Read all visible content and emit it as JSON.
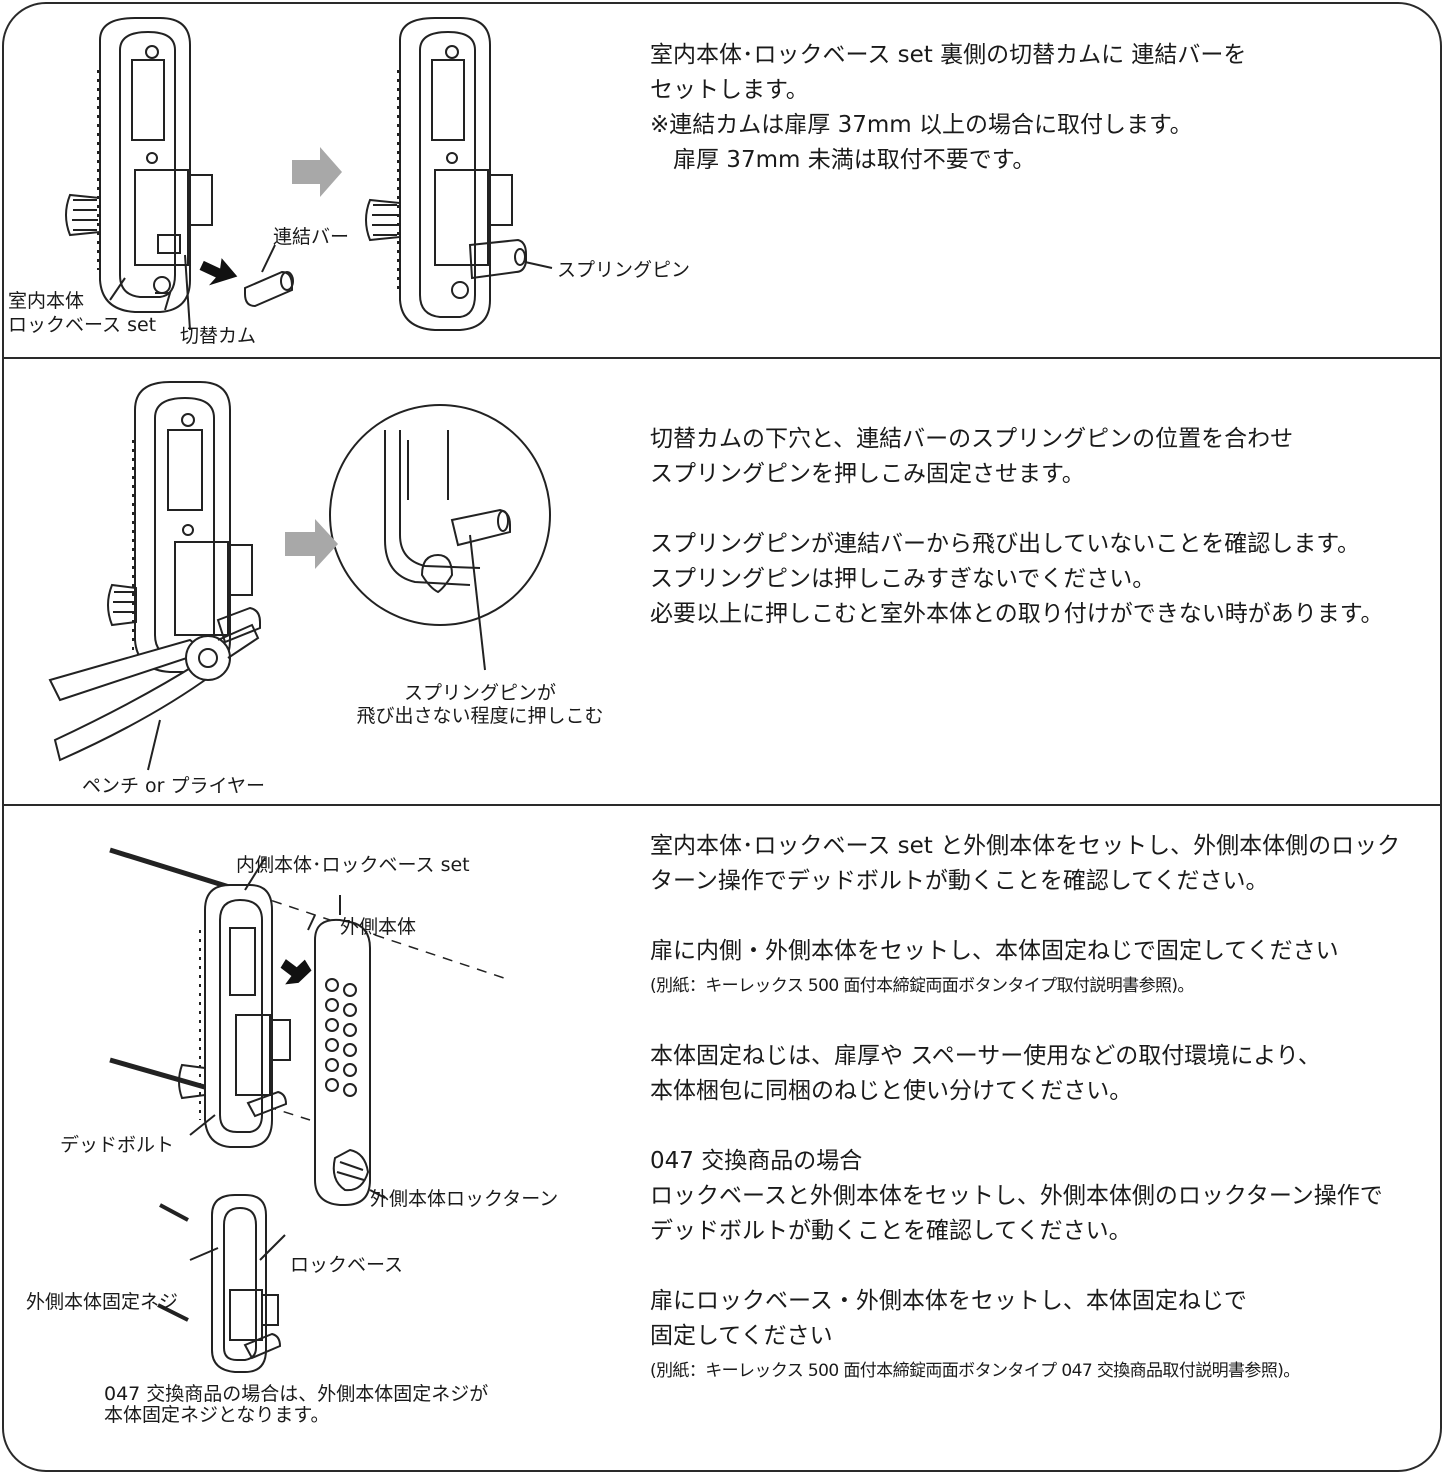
{
  "step1": {
    "text": {
      "l1": "室内本体･ロックベース set 裏側の切替カムに 連結バーを",
      "l2": "セットします。",
      "l3": "※連結カムは扉厚 37mm 以上の場合に取付します。",
      "l4": "　扉厚 37mm 未満は取付不要です。"
    },
    "labels": {
      "bar": "連結バー",
      "body_1": "室内本体",
      "body_2": "ロックベース set",
      "cam": "切替カム",
      "pin": "スプリングピン"
    }
  },
  "step2": {
    "text": {
      "l1": "切替カムの下穴と、連結バーのスプリングピンの位置を合わせ",
      "l2": "スプリングピンを押しこみ固定させます。",
      "l3": "スプリングピンが連結バーから飛び出していないことを確認します。",
      "l4": "スプリングピンは押しこみすぎないでください。",
      "l5": "必要以上に押しこむと室外本体との取り付けができない時があります。"
    },
    "labels": {
      "detail_1": "スプリングピンが",
      "detail_2": "飛び出さない程度に押しこむ",
      "tool": "ペンチ or プライヤー"
    }
  },
  "step3": {
    "text": {
      "l1": "室内本体･ロックベース set と外側本体をセットし、外側本体側のロック",
      "l2": "ターン操作でデッドボルトが動くことを確認してください。",
      "l3": "扉に内側・外側本体をセットし、本体固定ねじで固定してください",
      "l4": "(別紙：キーレックス 500 面付本締錠両面ボタンタイプ取付説明書参照)。",
      "l5": "本体固定ねじは、扉厚や スペーサー使用などの取付環境により、",
      "l6": "本体梱包に同梱のねじと使い分けてください。",
      "l7": "047 交換商品の場合",
      "l8": "ロックベースと外側本体をセットし、外側本体側のロックターン操作で",
      "l9": "デッドボルトが動くことを確認してください。",
      "l10": "扉にロックベース・外側本体をセットし、本体固定ねじで",
      "l11": "固定してください",
      "l12": "(別紙：キーレックス 500 面付本締錠両面ボタンタイプ 047 交換商品取付説明書参照)。"
    },
    "labels": {
      "inner_set": "内側本体･ロックベース set",
      "outer": "外側本体",
      "deadbolt": "デッドボルト",
      "outer_turn": "外側本体ロックターン",
      "lockbase": "ロックベース",
      "outer_screw": "外側本体固定ネジ",
      "note_1": "047 交換商品の場合は、外側本体固定ネジが",
      "note_2": "本体固定ネジとなります。"
    }
  }
}
